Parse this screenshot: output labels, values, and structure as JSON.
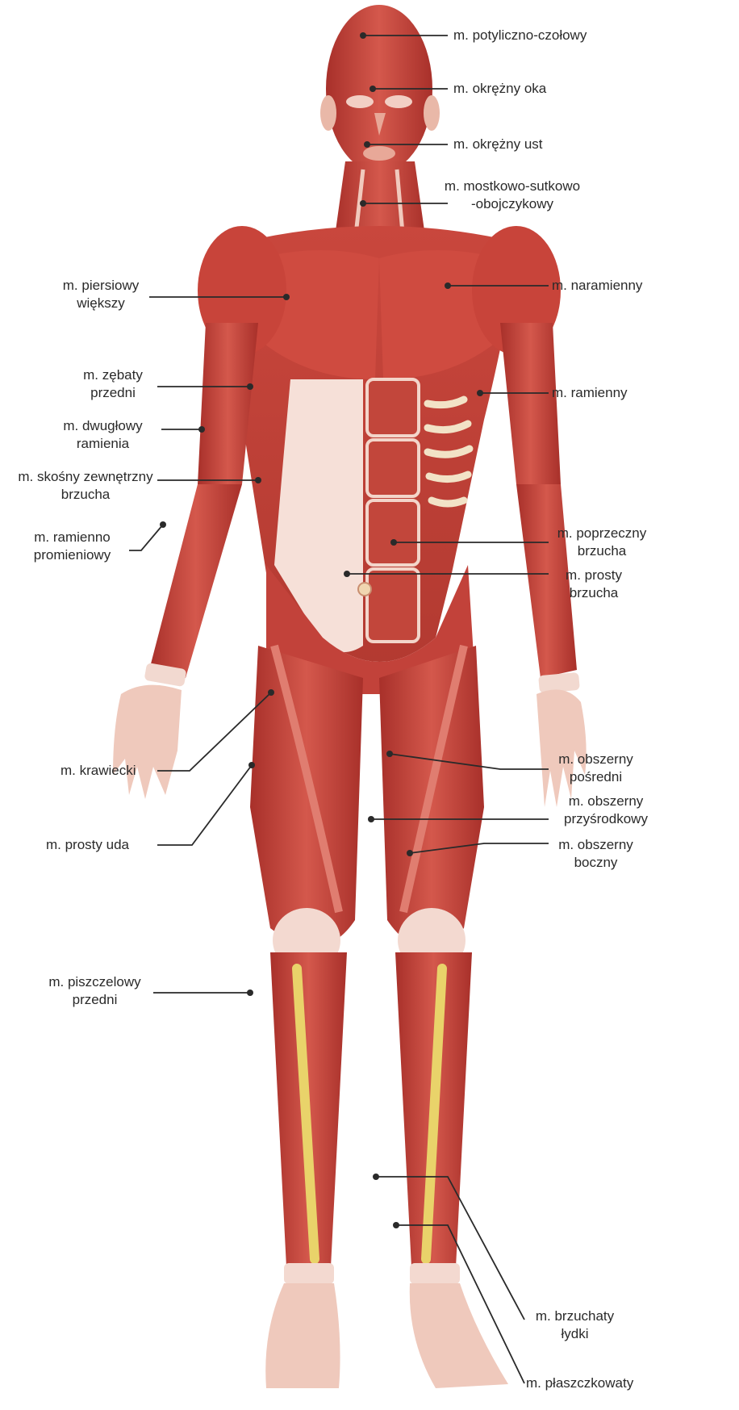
{
  "colors": {
    "muscle": "#c8463c",
    "muscle_dark": "#9e2a24",
    "muscle_light": "#e07a6e",
    "tendon": "#f4d6cc",
    "fascia": "#f7e3dc",
    "shin_tendon": "#e9d36a",
    "leader_line": "#2a2a2a",
    "label_text": "#2a2a2a"
  },
  "labels": [
    {
      "id": "occipitofrontalis",
      "lines": [
        "m. potyliczno-czołowy"
      ]
    },
    {
      "id": "orbicularis-oculi",
      "lines": [
        "m. okrężny oka"
      ]
    },
    {
      "id": "orbicularis-oris",
      "lines": [
        "m. okrężny ust"
      ]
    },
    {
      "id": "sternocleidomastoid",
      "lines": [
        "m. mostkowo-sutkowo",
        "-obojczykowy"
      ]
    },
    {
      "id": "pectoralis-major",
      "lines": [
        "m. piersiowy",
        "większy"
      ]
    },
    {
      "id": "deltoid",
      "lines": [
        "m. naramienny"
      ]
    },
    {
      "id": "serratus-anterior",
      "lines": [
        "m. zębaty",
        "przedni"
      ]
    },
    {
      "id": "brachialis",
      "lines": [
        "m. ramienny"
      ]
    },
    {
      "id": "biceps",
      "lines": [
        "m. dwugłowy",
        "ramienia"
      ]
    },
    {
      "id": "external-oblique",
      "lines": [
        "m. skośny zewnętrzny",
        "brzucha"
      ]
    },
    {
      "id": "brachioradialis",
      "lines": [
        "m. ramienno",
        "promieniowy"
      ]
    },
    {
      "id": "transversus-abdominis",
      "lines": [
        "m. poprzeczny",
        "brzucha"
      ]
    },
    {
      "id": "rectus-abdominis",
      "lines": [
        "m. prosty",
        "brzucha"
      ]
    },
    {
      "id": "sartorius",
      "lines": [
        "m. krawiecki"
      ]
    },
    {
      "id": "vastus-intermedius",
      "lines": [
        "m. obszerny",
        "pośredni"
      ]
    },
    {
      "id": "vastus-medialis",
      "lines": [
        "m. obszerny",
        "przyśrodkowy"
      ]
    },
    {
      "id": "rectus-femoris",
      "lines": [
        "m. prosty uda"
      ]
    },
    {
      "id": "vastus-lateralis",
      "lines": [
        "m. obszerny",
        "boczny"
      ]
    },
    {
      "id": "tibialis-anterior",
      "lines": [
        "m. piszczelowy",
        "przedni"
      ]
    },
    {
      "id": "gastrocnemius",
      "lines": [
        "m. brzuchaty",
        "łydki"
      ]
    },
    {
      "id": "soleus",
      "lines": [
        "m. płaszczkowaty"
      ]
    }
  ]
}
